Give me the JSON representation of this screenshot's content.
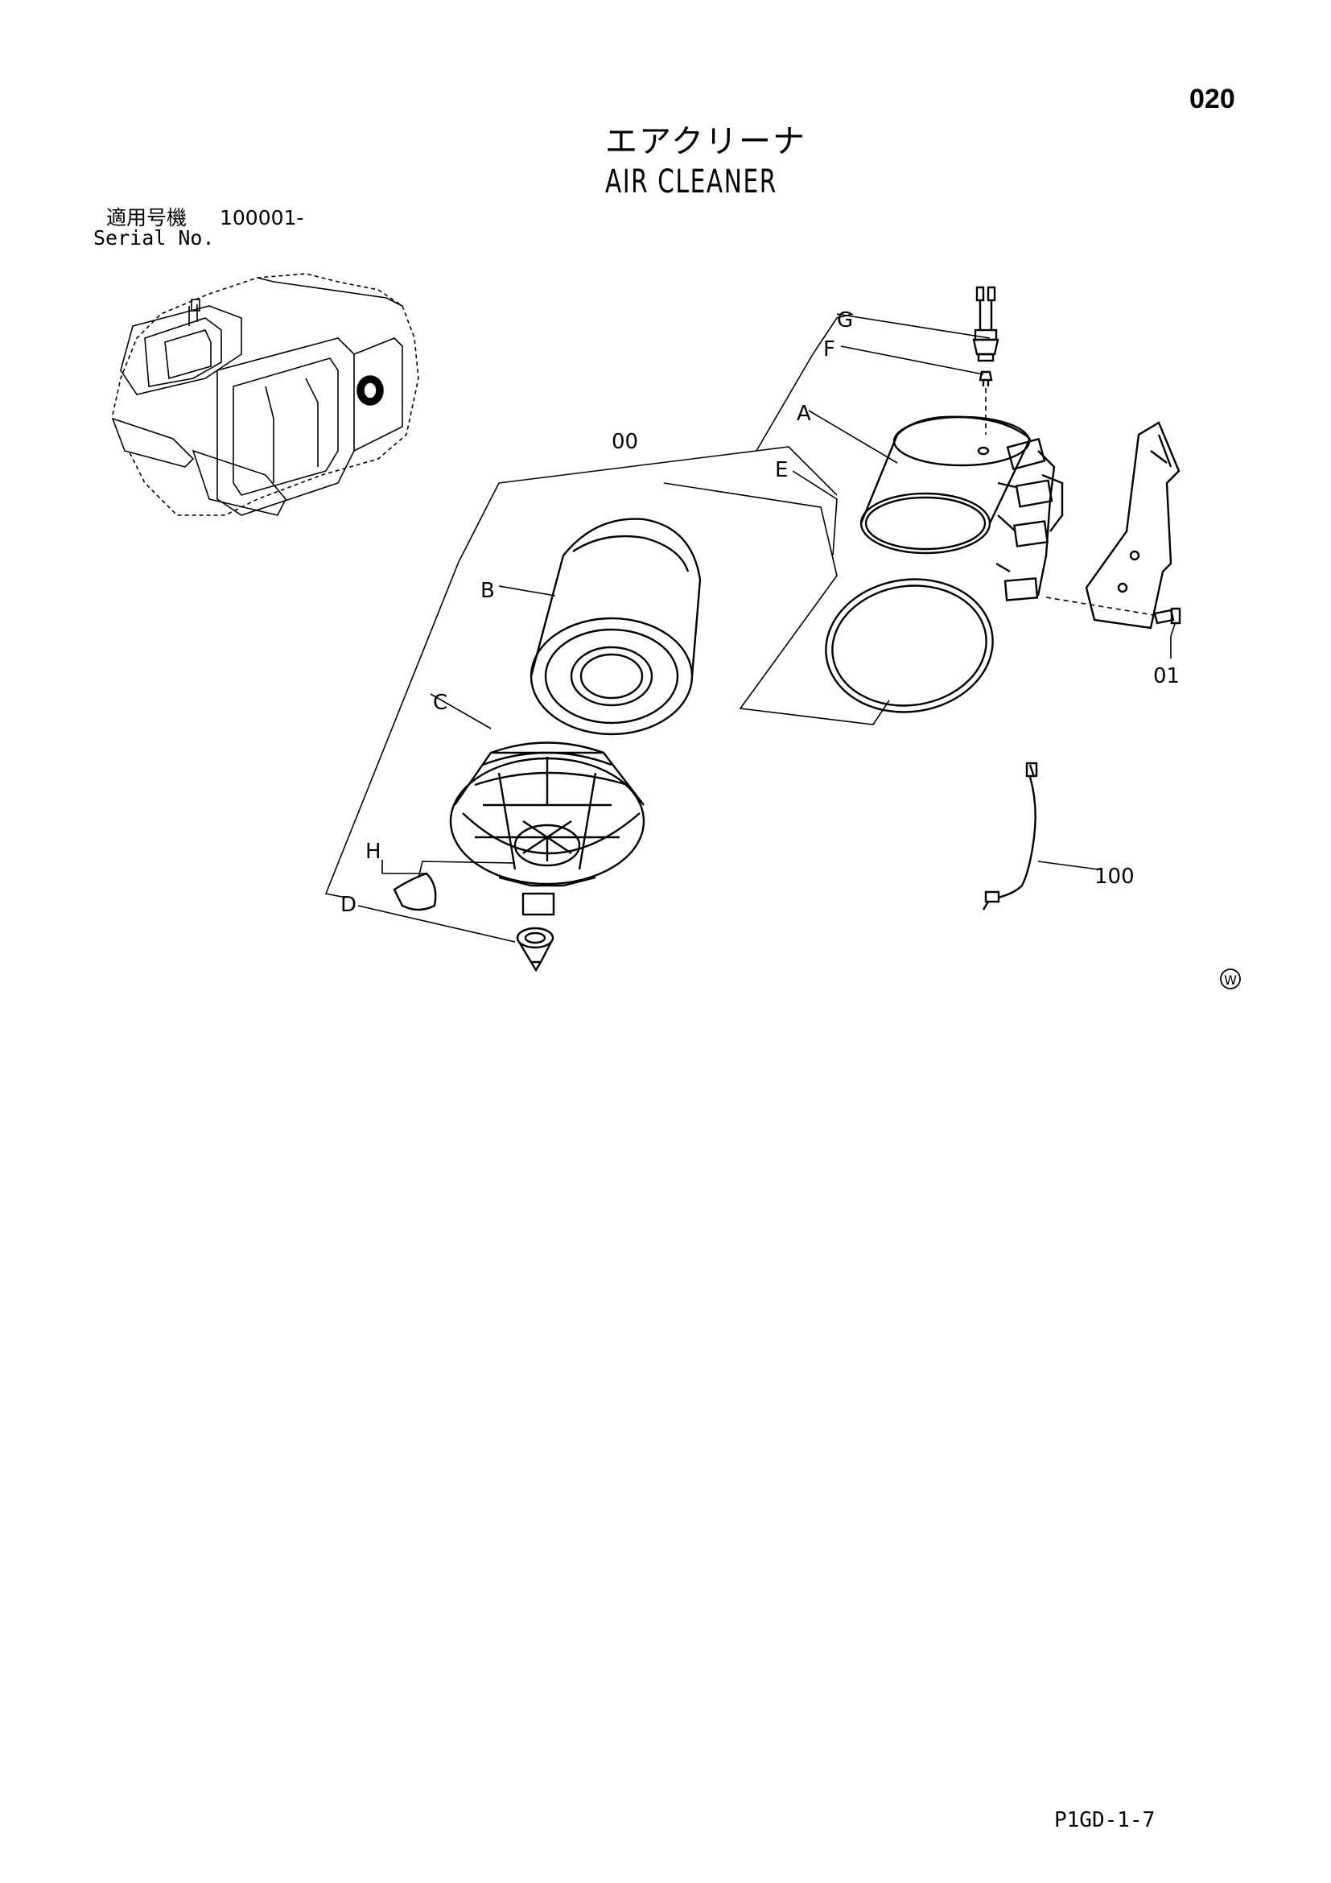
{
  "page_number": "020",
  "title_jp": "エアクリーナ",
  "title_en": "AIR CLEANER",
  "serial_label_jp": "適用号機",
  "serial_value": "100001-",
  "serial_label_en": "Serial No.",
  "doc_code": "P1GD-1-7",
  "callouts": {
    "assembly": "00",
    "body": "A",
    "element": "B",
    "cover": "C",
    "valve": "D",
    "gasket": "E",
    "adapter": "F",
    "sensor": "G",
    "sheet": "H",
    "bolt": "01",
    "harness": "100"
  },
  "mark": "W"
}
